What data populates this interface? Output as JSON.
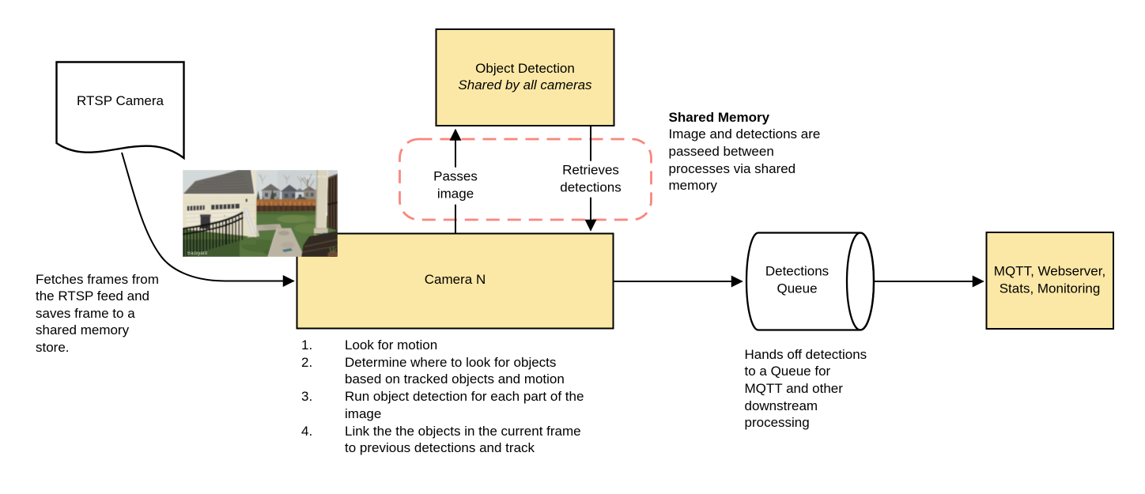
{
  "diagram": {
    "nodes": {
      "rtsp_camera": {
        "label": "RTSP Camera",
        "shape": "document"
      },
      "object_detection": {
        "title": "Object Detection",
        "subtitle": "Shared by all cameras",
        "shape": "rectangle"
      },
      "camera_n": {
        "label": "Camera N",
        "shape": "rectangle"
      },
      "detections_queue": {
        "label": "Detections\nQueue",
        "shape": "horizontal-cylinder"
      },
      "mqtt": {
        "label": "MQTT, Webserver,\nStats, Monitoring",
        "shape": "rectangle"
      }
    },
    "edge_labels": {
      "passes_image": "Passes\nimage",
      "retrieves_detections": "Retrieves\ndetections"
    },
    "notes": {
      "fetch_note": "Fetches frames from\nthe RTSP feed and\nsaves frame to a\nshared memory\nstore.",
      "shared_memory_title": "Shared Memory",
      "shared_memory_body": "Image and detections are\npasseed between\nprocesses via shared\nmemory",
      "queue_note": "Hands off detections\nto a Queue for\nMQTT and other\ndownstream\nprocessing"
    },
    "camera_steps": {
      "items": [
        {
          "number": "1.",
          "text": "Look for motion"
        },
        {
          "number": "2.",
          "text": "Determine where to look for objects\nbased on tracked objects and motion"
        },
        {
          "number": "3.",
          "text": "Run object detection for each part of the\nimage"
        },
        {
          "number": "4.",
          "text": "Link the the objects in the current frame\nto previous detections and track"
        }
      ]
    },
    "photo": {
      "camera_name": "Backyard",
      "timestamp": "2019-02-26 09"
    },
    "colors": {
      "node_fill": "#fce8a6",
      "node_border": "#000000",
      "shared_memory_outline": "#f8877e",
      "arrow": "#000000",
      "background": "#ffffff"
    }
  }
}
